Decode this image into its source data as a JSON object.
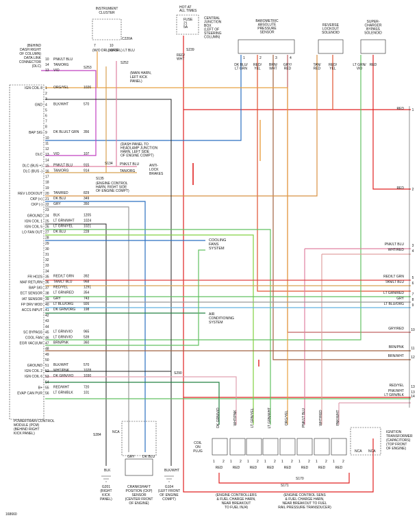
{
  "figure_id": "168660",
  "components": {
    "instrument_cluster": {
      "title": [
        "INSTRUMENT",
        "CLUSTER"
      ],
      "connector": "C220A",
      "pins": [
        "7",
        "10"
      ],
      "wires": [
        "(W/O DRL) ORG",
        "(W/ DRL) LT BLU"
      ]
    },
    "central_junction_box": {
      "hot_label": [
        "HOT AT",
        "ALL TIMES"
      ],
      "fuse": [
        "FUSE",
        "21",
        "5A"
      ],
      "title": [
        "CENTRAL",
        "JUNCTION",
        "BOX",
        "(LEFT OF",
        "STEERING",
        "COLUMN)"
      ],
      "splice": "S239",
      "wires": [
        "RED/",
        "WHT"
      ]
    },
    "bap_sensor": {
      "title": [
        "BAROMETRIC",
        "ABSOLUTE",
        "PRESSURE",
        "SENSOR"
      ],
      "pins": [
        "1",
        "2",
        "3",
        "4"
      ],
      "wires": [
        [
          "DK BLU/",
          "LT GRN"
        ],
        [
          "RED/",
          "YEL"
        ],
        [
          "BRN/",
          "WHT"
        ],
        [
          "GRY/",
          "RED"
        ]
      ]
    },
    "reverse_lockout": {
      "title": [
        "REVERSE",
        "LOCKOUT",
        "SOLENOID"
      ],
      "wires": [
        [
          "TAN/",
          "RED"
        ],
        [
          "RED/",
          "YEL"
        ]
      ]
    },
    "supercharger": {
      "title": [
        "SUPER-",
        "CHARGER",
        "BYPASS",
        "SOLENOID"
      ],
      "wires": [
        [
          "LT GRN/",
          "VIO"
        ],
        [
          "RED"
        ]
      ]
    },
    "dlc": {
      "title": [
        "(BEHIND",
        "DASH RIGHT",
        "OF COLUMN)",
        "DATA LINK",
        "CONNECTOR",
        "(DLC)"
      ],
      "pins": [
        {
          "pin": "10",
          "wire": "PNK/LT BLU"
        },
        {
          "pin": "14",
          "wire": "TAN/ORG"
        },
        {
          "pin": "13",
          "wire": "VIO"
        }
      ],
      "splices": [
        "S252",
        "S253"
      ],
      "note": [
        "(MAIN HARN,",
        "LEFT KICK",
        "PANEL)"
      ]
    },
    "pcm": {
      "title": [
        "POWERTRAIN CONTROL",
        "MODULE (PCM)",
        "(BEHIND RIGHT",
        "KICK PANEL)"
      ]
    },
    "cooling_fans": {
      "title": [
        "COOLING",
        "FANS",
        "SYSTEM"
      ]
    },
    "air_conditioning": {
      "title": [
        "AIR",
        "CONDITIONING",
        "SYSTEM"
      ]
    },
    "anti_lock": {
      "title": [
        "ANTI-",
        "LOCK",
        "BRAKES"
      ],
      "wires": [
        "PNK/LT BLU",
        "TAN/ORG"
      ]
    },
    "dash_panel_note": [
      "(DASH PANEL TO",
      "HEADLAMP JUNCTION",
      "HARN, LEFT SIDE",
      "OF ENGINE COMPT)"
    ],
    "s134": "S134",
    "s135": {
      "label": "S135",
      "note": [
        "(ENGINE CONTROL",
        "HARN, RIGHT SIDE",
        "OF ENGINE COMPT)"
      ]
    },
    "ckp_sensor": {
      "title": [
        "CRANKSHAFT",
        "POSITION (CKP)",
        "SENSOR",
        "(CENTER FRONT",
        "OF ENGINE)"
      ],
      "wires": [
        "GRY",
        "DK BLU"
      ],
      "splice": "S284",
      "nca": "NCA"
    },
    "g201": {
      "title": [
        "G201",
        "(RIGHT",
        "KICK",
        "PANEL)"
      ],
      "wire": "BLK"
    },
    "g104": {
      "title": [
        "G104",
        "(LEFT FRONT",
        "OF ENGINE",
        "COMPT)"
      ],
      "wire": "BLK/WHT"
    },
    "s290": "S290",
    "coils": {
      "label": [
        "COIL",
        "ON",
        "PLUG"
      ],
      "wires": [
        "DK GRN/VIO",
        "WHT/PNK",
        "LT GRN/YEL",
        "LT GRN/WHT",
        "ORG/YEL",
        "PNK/LT BLU",
        "WHT/RED",
        "PNK/WHT"
      ],
      "pins": [
        "1",
        "2"
      ],
      "bottom_wire": "RED"
    },
    "ignition_transformer": {
      "title": [
        "IGNITION",
        "TRANSFORMER",
        "(CAPACITORS)",
        "(TOP FRONT",
        "OF ENGINE)"
      ],
      "nca": "NCA"
    },
    "s171": "S171",
    "s170": "S170",
    "bottom_notes": [
      [
        "(ENGINE CONTROLLERS",
        "& FUEL CHARGE HARN,",
        "NEAR BREAKOUT",
        "TO FUEL INJ4)"
      ],
      [
        "(ENGINE CONTROL SENS",
        "& FUEL CHARGE HARN,",
        "NEAR BREAKOUT TO FUEL",
        "RAIL PRESSURE TRANSDUCER)"
      ]
    ],
    "right_connectors": [
      "1",
      "2",
      "3",
      "4",
      "5",
      "6",
      "7",
      "8",
      "9",
      "10",
      "11",
      "12",
      "13",
      "14"
    ]
  },
  "pcm_pins": [
    {
      "pin": "1",
      "label": "IGN COIL 8",
      "wire": "ORG/YEL",
      "circuit": "1026",
      "color": "#e8a040"
    },
    {
      "pin": "2",
      "label": "",
      "wire": "",
      "circuit": "",
      "color": ""
    },
    {
      "pin": "3",
      "label": "",
      "wire": "",
      "circuit": "",
      "color": ""
    },
    {
      "pin": "4",
      "label": "GND",
      "wire": "BLK/WHT",
      "circuit": "570",
      "color": "#222222"
    },
    {
      "pin": "5",
      "label": "",
      "wire": "",
      "circuit": "",
      "color": ""
    },
    {
      "pin": "6",
      "label": "",
      "wire": "",
      "circuit": "",
      "color": ""
    },
    {
      "pin": "7",
      "label": "",
      "wire": "",
      "circuit": "",
      "color": ""
    },
    {
      "pin": "8",
      "label": "",
      "wire": "",
      "circuit": "",
      "color": ""
    },
    {
      "pin": "9",
      "label": "BAP SIG",
      "wire": "DK BLU/LT GRN",
      "circuit": "356",
      "color": "#2a6fc0"
    },
    {
      "pin": "10",
      "label": "",
      "wire": "",
      "circuit": "",
      "color": ""
    },
    {
      "pin": "11",
      "label": "",
      "wire": "",
      "circuit": "",
      "color": ""
    },
    {
      "pin": "12",
      "label": "",
      "wire": "",
      "circuit": "",
      "color": ""
    },
    {
      "pin": "13",
      "label": "DLC",
      "wire": "VIO",
      "circuit": "107",
      "color": "#c040c0"
    },
    {
      "pin": "14",
      "label": "",
      "wire": "",
      "circuit": "",
      "color": ""
    },
    {
      "pin": "15",
      "label": "DLC (BUS +)",
      "wire": "PNK/LT BLU",
      "circuit": "915",
      "color": "#e080a0"
    },
    {
      "pin": "16",
      "label": "DLC (BUS -)",
      "wire": "TAN/ORG",
      "circuit": "914",
      "color": "#d8a050"
    },
    {
      "pin": "17",
      "label": "",
      "wire": "",
      "circuit": "",
      "color": ""
    },
    {
      "pin": "18",
      "label": "",
      "wire": "",
      "circuit": "",
      "color": ""
    },
    {
      "pin": "19",
      "label": "",
      "wire": "",
      "circuit": "",
      "color": ""
    },
    {
      "pin": "20",
      "label": "REV LOCKOUT",
      "wire": "TAN/RED",
      "circuit": "829",
      "color": "#d89040"
    },
    {
      "pin": "21",
      "label": "CKP (+)",
      "wire": "DK BLU",
      "circuit": "349",
      "color": "#2a6fc0"
    },
    {
      "pin": "22",
      "label": "CKP (-)",
      "wire": "GRY",
      "circuit": "350",
      "color": "#999999"
    },
    {
      "pin": "23",
      "label": "",
      "wire": "",
      "circuit": "",
      "color": ""
    },
    {
      "pin": "24",
      "label": "GROUND",
      "wire": "BLK",
      "circuit": "1205",
      "color": "#222222"
    },
    {
      "pin": "25",
      "label": "IGN COIL 1",
      "wire": "LT GRN/WHT",
      "circuit": "1024",
      "color": "#60c060"
    },
    {
      "pin": "26",
      "label": "IGN COIL 5",
      "wire": "LT GRN/YEL",
      "circuit": "1021",
      "color": "#80d040"
    },
    {
      "pin": "27",
      "label": "LO FAN OUT",
      "wire": "DK BLU",
      "circuit": "228",
      "color": "#2a6fc0"
    },
    {
      "pin": "28",
      "label": "",
      "wire": "",
      "circuit": "",
      "color": ""
    },
    {
      "pin": "29",
      "label": "",
      "wire": "",
      "circuit": "",
      "color": ""
    },
    {
      "pin": "30",
      "label": "",
      "wire": "",
      "circuit": "",
      "color": ""
    },
    {
      "pin": "31",
      "label": "",
      "wire": "",
      "circuit": "",
      "color": ""
    },
    {
      "pin": "32",
      "label": "",
      "wire": "",
      "circuit": "",
      "color": ""
    },
    {
      "pin": "33",
      "label": "",
      "wire": "",
      "circuit": "",
      "color": ""
    },
    {
      "pin": "34",
      "label": "",
      "wire": "",
      "circuit": "",
      "color": ""
    },
    {
      "pin": "35",
      "label": "FR HO2S",
      "wire": "RED/LT GRN",
      "circuit": "392",
      "color": "#e04040"
    },
    {
      "pin": "36",
      "label": "MAF RETURN",
      "wire": "TAN/LT BLU",
      "circuit": "968",
      "color": "#d8a050"
    },
    {
      "pin": "37",
      "label": "BAP SIG",
      "wire": "RED/YEL",
      "circuit": "1291",
      "color": "#e05030"
    },
    {
      "pin": "38",
      "label": "ECT SENSOR",
      "wire": "LT GRN/RED",
      "circuit": "354",
      "color": "#60c060"
    },
    {
      "pin": "39",
      "label": "IAT SENSOR",
      "wire": "GRY",
      "circuit": "743",
      "color": "#999999"
    },
    {
      "pin": "40",
      "label": "FP DRV MOD",
      "wire": "LT BLU/ORG",
      "circuit": "926",
      "color": "#60b0e0"
    },
    {
      "pin": "41",
      "label": "ACCS INPUT",
      "wire": "DK GRN/ORG",
      "circuit": "198",
      "color": "#208040"
    },
    {
      "pin": "42",
      "label": "",
      "wire": "",
      "circuit": "",
      "color": ""
    },
    {
      "pin": "43",
      "label": "",
      "wire": "",
      "circuit": "",
      "color": ""
    },
    {
      "pin": "44",
      "label": "",
      "wire": "",
      "circuit": "",
      "color": ""
    },
    {
      "pin": "45",
      "label": "SC BYPASS",
      "wire": "LT GRN/VIO",
      "circuit": "965",
      "color": "#60c060"
    },
    {
      "pin": "46",
      "label": "COOL FAN",
      "wire": "LT GRN/VIO",
      "circuit": "539",
      "color": "#60c060"
    },
    {
      "pin": "47",
      "label": "EGR VACUUM",
      "wire": "BRN/PNK",
      "circuit": "360",
      "color": "#a06040"
    },
    {
      "pin": "48",
      "label": "",
      "wire": "",
      "circuit": "",
      "color": ""
    },
    {
      "pin": "49",
      "label": "",
      "wire": "",
      "circuit": "",
      "color": ""
    },
    {
      "pin": "50",
      "label": "",
      "wire": "",
      "circuit": "",
      "color": ""
    },
    {
      "pin": "51",
      "label": "GROUND",
      "wire": "BLK/WHT",
      "circuit": "570",
      "color": "#222222"
    },
    {
      "pin": "52",
      "label": "IGN COIL 2",
      "wire": "WHT/PNK",
      "circuit": "1028",
      "color": "#e0a0b0"
    },
    {
      "pin": "53",
      "label": "IGN COIL 6",
      "wire": "DK GRN/VIO",
      "circuit": "1030",
      "color": "#208040"
    },
    {
      "pin": "54",
      "label": "",
      "wire": "",
      "circuit": "",
      "color": ""
    },
    {
      "pin": "55",
      "label": "B+",
      "wire": "RED/WHT",
      "circuit": "720",
      "color": "#e03030"
    },
    {
      "pin": "56",
      "label": "EVAP CAN PUR",
      "wire": "LT GRN/BLK",
      "circuit": "101",
      "color": "#60c060"
    }
  ],
  "right_side_labels": [
    {
      "conn": "1",
      "wire": "RED"
    },
    {
      "conn": "2",
      "wire": "RED"
    },
    {
      "conn": "3",
      "wire": "PNK/LT BLU"
    },
    {
      "conn": "4",
      "wire": "WHT/RED"
    },
    {
      "conn": "5",
      "wire": "RED/LT GRN"
    },
    {
      "conn": "6",
      "wire": "TAN/LT BLU"
    },
    {
      "conn": "7",
      "wire": "LT GRN/RED"
    },
    {
      "conn": "8",
      "wire": "GRY"
    },
    {
      "conn": "9",
      "wire": "LT BLU/ORG"
    },
    {
      "conn": "10",
      "wire": "GRY/RED"
    },
    {
      "conn": "11",
      "wire": "BRN/PNK"
    },
    {
      "conn": "12",
      "wire": "BRN/WHT"
    },
    {
      "conn": "13",
      "wire": "RED/YEL"
    },
    {
      "conn": "13",
      "wire": "PNK/WHT"
    },
    {
      "conn": "14",
      "wire": "LT GRN/BLK"
    }
  ],
  "colors": {
    "red": "#e02020",
    "blue": "#2a6fc0",
    "green": "#60c060",
    "violet": "#c040c0",
    "orange": "#e8a040",
    "gray": "#999999",
    "black": "#222222"
  }
}
